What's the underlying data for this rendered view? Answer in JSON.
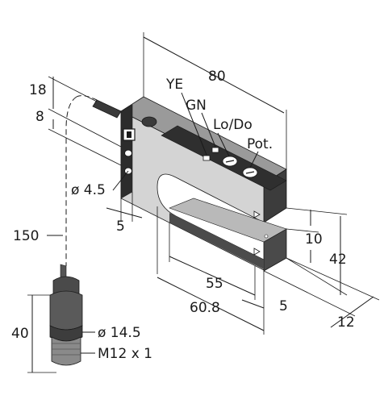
{
  "dimensions": {
    "length": "80",
    "cable_offset": "18",
    "mount_offset": "8",
    "hole_diameter": "ø 4.5",
    "hole_edge": "5",
    "cable_length": "150",
    "slot_height": "10",
    "height": "42",
    "slot_depth": "55",
    "slot_width": "60.8",
    "edge_to_slot": "5",
    "fork_depth": "12",
    "connector_height": "40",
    "connector_diameter": "ø 14.5",
    "thread": "M12 x 1"
  },
  "indicators": {
    "yellow_led": "YE",
    "green_led": "GN",
    "mode_switch": "Lo/Do",
    "potentiometer": "Pot."
  }
}
